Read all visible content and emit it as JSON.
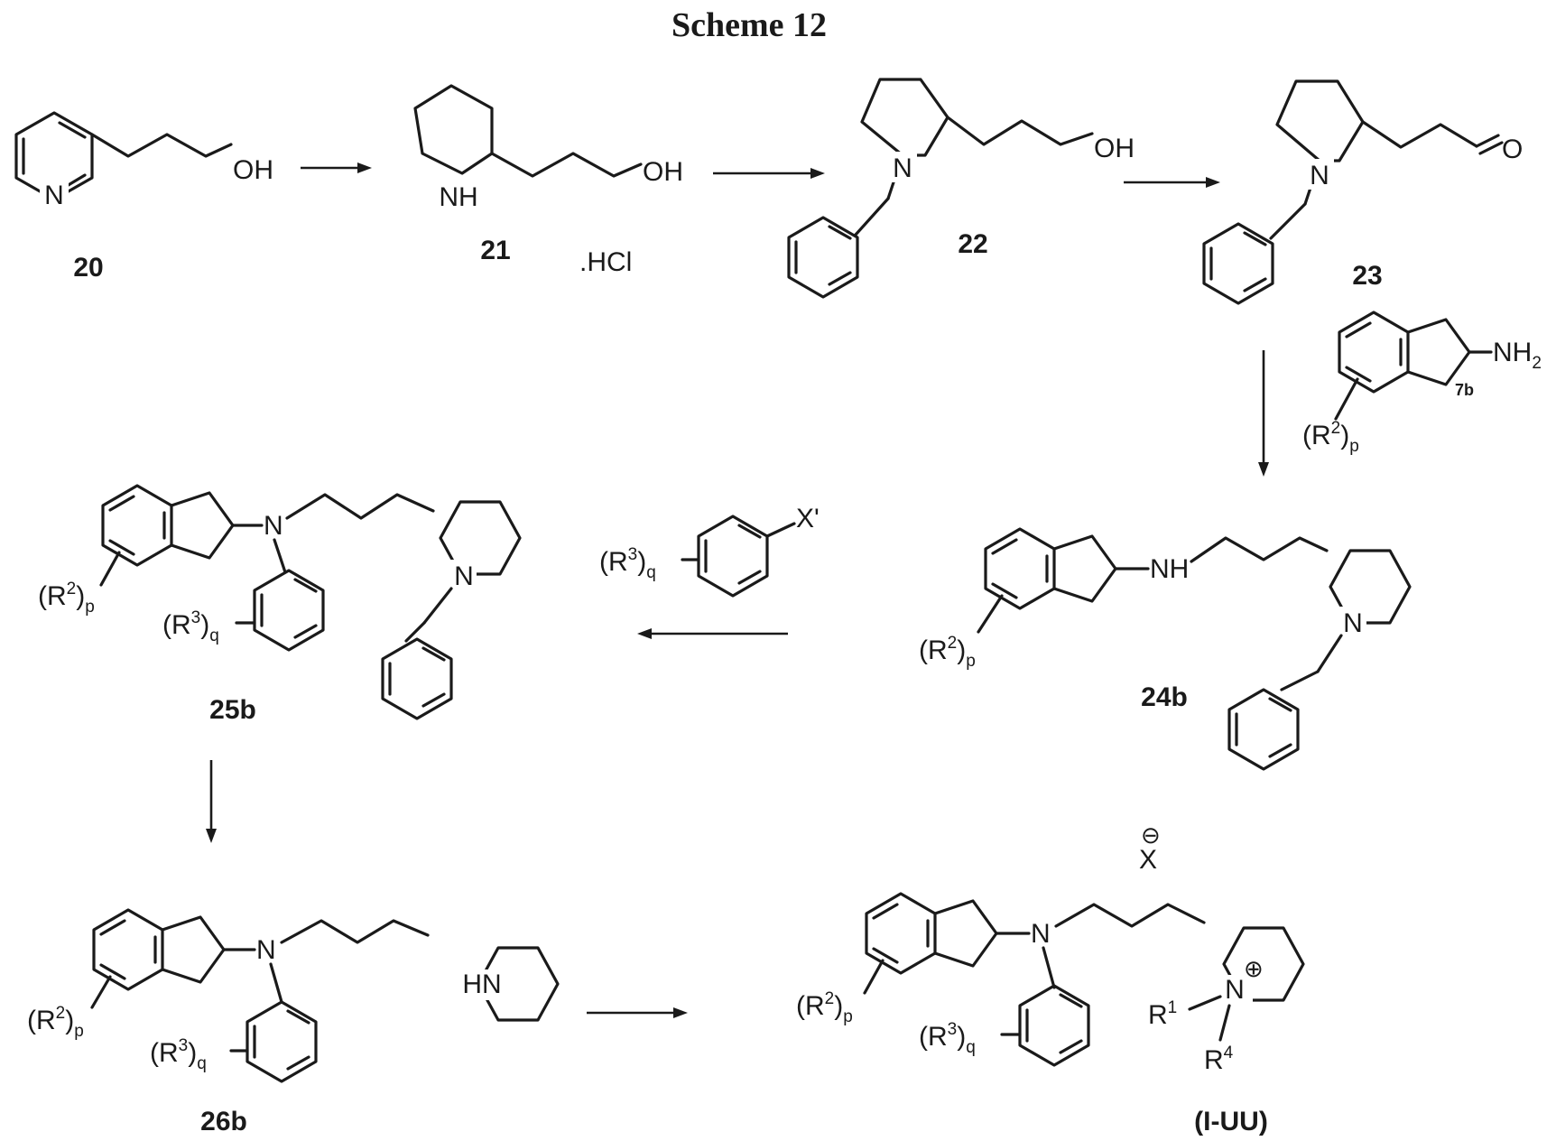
{
  "title": "Scheme 12",
  "compounds": [
    {
      "id": "20",
      "label": "20"
    },
    {
      "id": "21",
      "label": "21",
      "salt": ".HCl"
    },
    {
      "id": "22",
      "label": "22"
    },
    {
      "id": "23",
      "label": "23"
    },
    {
      "id": "7b",
      "label": "7b"
    },
    {
      "id": "24b",
      "label": "24b"
    },
    {
      "id": "25b",
      "label": "25b"
    },
    {
      "id": "26b",
      "label": "26b"
    },
    {
      "id": "I-UU",
      "label": "(I-UU)"
    }
  ],
  "atoms": {
    "N": "N",
    "NH": "NH",
    "HN": "HN",
    "OH": "OH",
    "O": "O",
    "NH2": "NH",
    "NH2_sub": "2",
    "X_prime": "X'",
    "X": "X",
    "charge_minus": "⊖",
    "charge_plus": "⊕",
    "R": "R",
    "R2_sup": "2",
    "R3_sup": "3",
    "R1_sup": "1",
    "R4_sup": "4",
    "p": "p",
    "q": "q",
    "paren_open": "(",
    "paren_close": ")"
  }
}
